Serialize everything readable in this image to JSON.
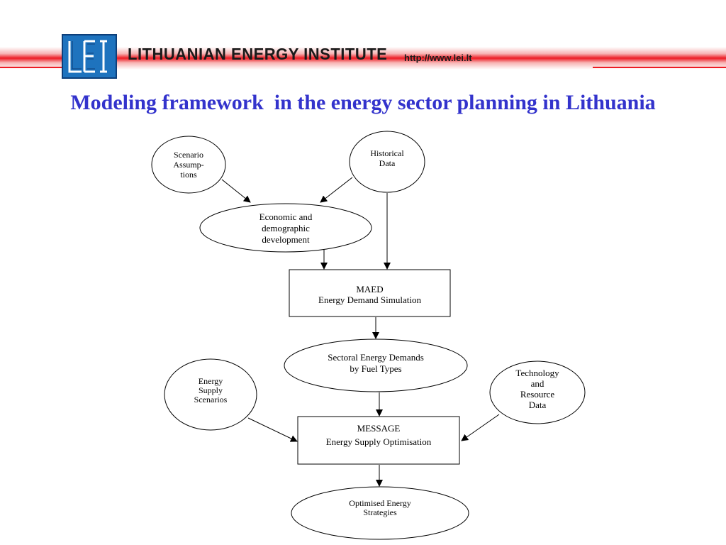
{
  "header": {
    "logo_text": "LEI",
    "institute_name": "LITHUANIAN ENERGY INSTITUTE",
    "url": "http://www.lei.lt",
    "accent_color": "#ed1c24",
    "logo_color": "#1e73be"
  },
  "title": "Modeling framework  in the energy sector planning in Lithuania",
  "title_color": "#3333cc",
  "diagram": {
    "nodes": {
      "scenario": {
        "lines": [
          "Scenario",
          "Assump-",
          "tions"
        ]
      },
      "historical": {
        "lines": [
          "Historical",
          "Data"
        ]
      },
      "economic": {
        "lines": [
          "Economic and",
          "demographic",
          "development"
        ]
      },
      "maed": {
        "lines": [
          "MAED",
          "Energy Demand Simulation"
        ]
      },
      "sectoral": {
        "lines": [
          "Sectoral Energy Demands",
          "by Fuel Types"
        ]
      },
      "supply": {
        "lines": [
          "Energy",
          "Supply",
          "Scenarios"
        ]
      },
      "technology": {
        "lines": [
          "Technology",
          "and",
          "Resource",
          "Data"
        ]
      },
      "message": {
        "lines": [
          "MESSAGE",
          "Energy Supply Optimisation"
        ]
      },
      "optimised": {
        "lines": [
          "Optimised Energy",
          "Strategies"
        ]
      }
    },
    "edges": [
      {
        "from": "scenario",
        "to": "economic"
      },
      {
        "from": "historical",
        "to": "economic"
      },
      {
        "from": "historical",
        "to": "maed"
      },
      {
        "from": "economic",
        "to": "maed"
      },
      {
        "from": "maed",
        "to": "sectoral"
      },
      {
        "from": "sectoral",
        "to": "message"
      },
      {
        "from": "supply",
        "to": "message"
      },
      {
        "from": "technology",
        "to": "message"
      },
      {
        "from": "message",
        "to": "optimised"
      }
    ]
  }
}
